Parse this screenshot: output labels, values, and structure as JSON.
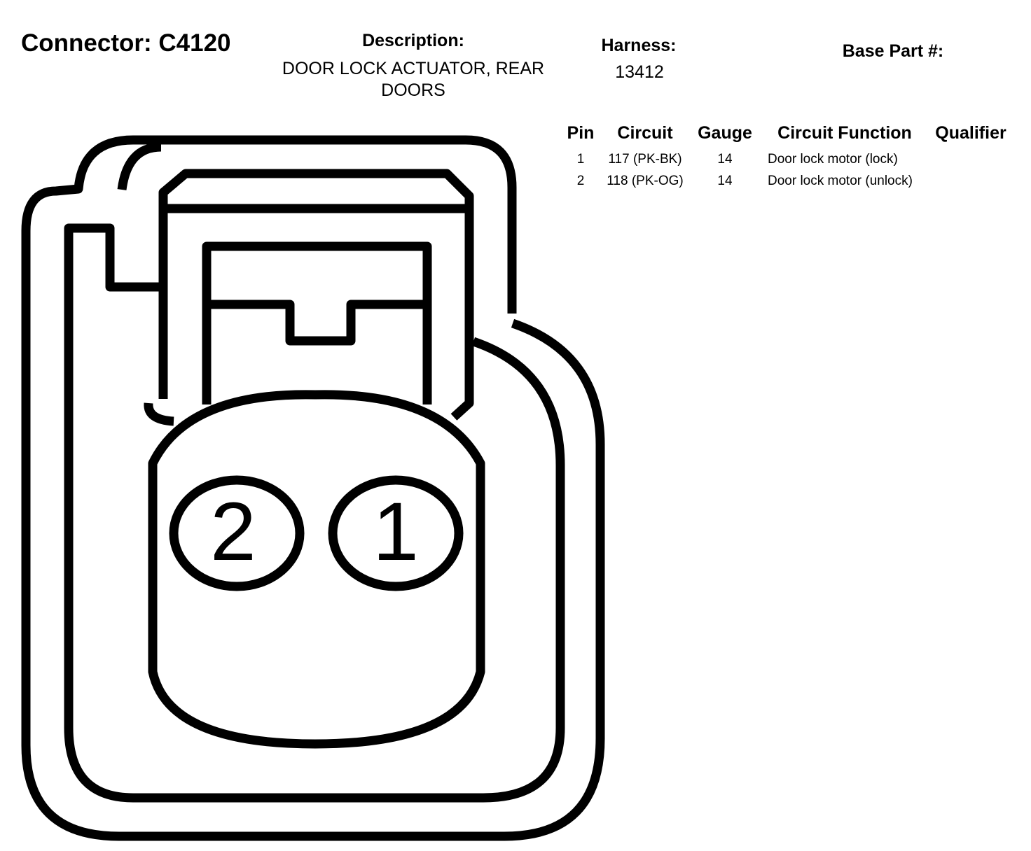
{
  "header": {
    "connector_title": "Connector: C4120",
    "description_heading": "Description:",
    "description_value": "DOOR LOCK ACTUATOR, REAR DOORS",
    "harness_heading": "Harness:",
    "harness_value": "13412",
    "base_part_heading": "Base Part #:"
  },
  "table": {
    "headers": [
      "Pin",
      "Circuit",
      "Gauge",
      "Circuit Function",
      "Qualifier"
    ],
    "rows": [
      {
        "pin": "1",
        "circuit": "117 (PK-BK)",
        "gauge": "14",
        "function": "Door lock motor (lock)",
        "qualifier": ""
      },
      {
        "pin": "2",
        "circuit": "118 (PK-OG)",
        "gauge": "14",
        "function": "Door lock motor (unlock)",
        "qualifier": ""
      }
    ]
  },
  "diagram": {
    "pins": [
      {
        "label": "2"
      },
      {
        "label": "1"
      }
    ]
  }
}
